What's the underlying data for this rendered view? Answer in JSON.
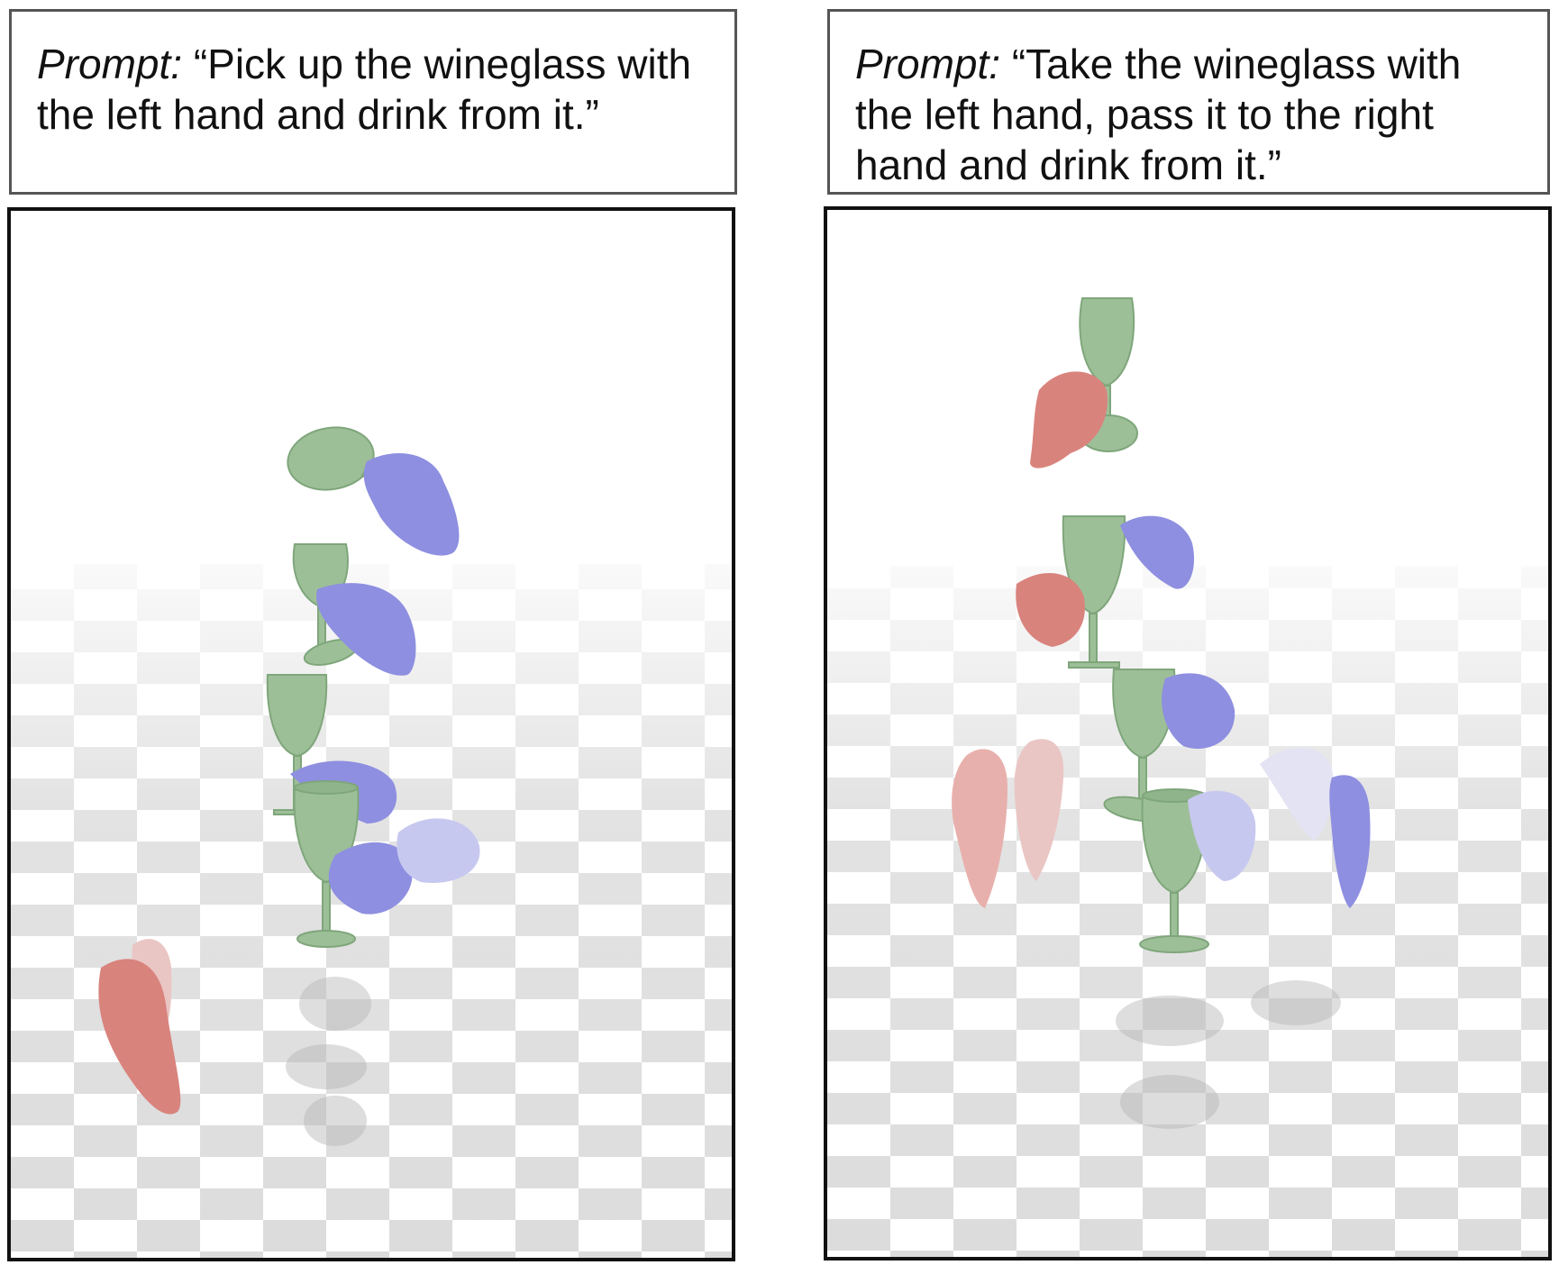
{
  "panels": [
    {
      "prompt_label": "Prompt:",
      "prompt_text": " “Pick up the wineglass with the left hand and drink from it.”"
    },
    {
      "prompt_label": "Prompt:",
      "prompt_text": " “Take the wineglass with the left hand, pass it to the right hand and drink from it.”"
    }
  ],
  "colors": {
    "glass": "#9dbf98",
    "glass_dark": "#7fa67b",
    "left_hand": "#d9837d",
    "left_hand_pale": "#e9c6c4",
    "right_hand": "#8e8fe0",
    "right_hand_pale": "#c7c8ef",
    "floor_dark": "#dcdcdc",
    "floor_light": "#ffffff"
  },
  "icons": [
    "wineglass",
    "hand"
  ]
}
